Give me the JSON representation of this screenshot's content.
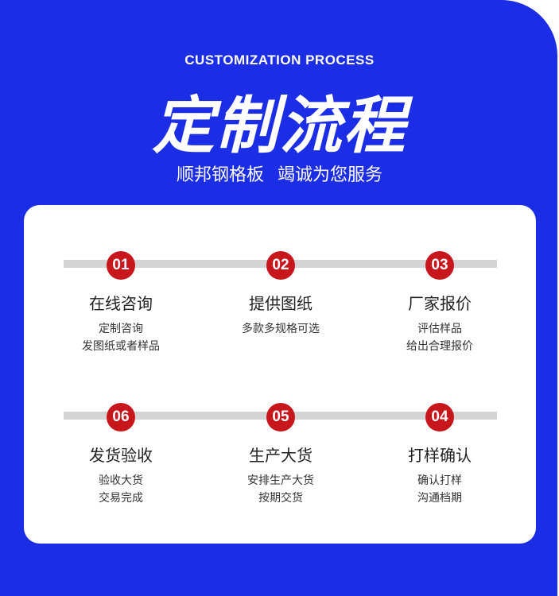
{
  "header": {
    "subtitle": "CUSTOMIZATION PROCESS",
    "title": "定制流程",
    "slogan": "顺邦钢格板 竭诚为您服务"
  },
  "colors": {
    "brand": "#1b2ee6",
    "accent": "#c8161d"
  },
  "steps": [
    {
      "num": "01",
      "title": "在线咨询",
      "lines": [
        "定制咨询",
        "发图纸或者样品"
      ]
    },
    {
      "num": "02",
      "title": "提供图纸",
      "lines": [
        "多款多规格可选",
        ""
      ]
    },
    {
      "num": "03",
      "title": "厂家报价",
      "lines": [
        "评估样品",
        "给出合理报价"
      ]
    },
    {
      "num": "06",
      "title": "发货验收",
      "lines": [
        "验收大货",
        "交易完成"
      ]
    },
    {
      "num": "05",
      "title": "生产大货",
      "lines": [
        "安排生产大货",
        "按期交货"
      ]
    },
    {
      "num": "04",
      "title": "打样确认",
      "lines": [
        "确认打样",
        "沟通档期"
      ]
    }
  ]
}
